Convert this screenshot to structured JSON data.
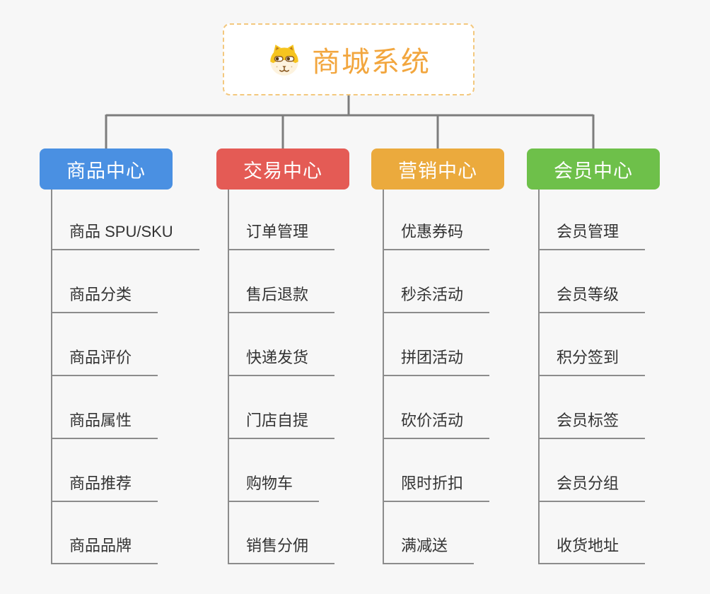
{
  "root": {
    "title": "商城系统",
    "icon": "dog-face-icon",
    "accent_color": "#f2a63e",
    "border_color": "#f3c87e"
  },
  "branches": [
    {
      "label": "商品中心",
      "color": "#4a90e2",
      "items": [
        "商品 SPU/SKU",
        "商品分类",
        "商品评价",
        "商品属性",
        "商品推荐",
        "商品品牌"
      ]
    },
    {
      "label": "交易中心",
      "color": "#e45b55",
      "items": [
        "订单管理",
        "售后退款",
        "快递发货",
        "门店自提",
        "购物车",
        "销售分佣"
      ]
    },
    {
      "label": "营销中心",
      "color": "#ebaa3d",
      "items": [
        "优惠券码",
        "秒杀活动",
        "拼团活动",
        "砍价活动",
        "限时折扣",
        "满减送"
      ]
    },
    {
      "label": "会员中心",
      "color": "#6ec04a",
      "items": [
        "会员管理",
        "会员等级",
        "积分签到",
        "会员标签",
        "会员分组",
        "收货地址"
      ]
    }
  ],
  "connector_colors": {
    "tree_lines": "#7d7d7d",
    "item_underlines": "#8c8c8c"
  }
}
